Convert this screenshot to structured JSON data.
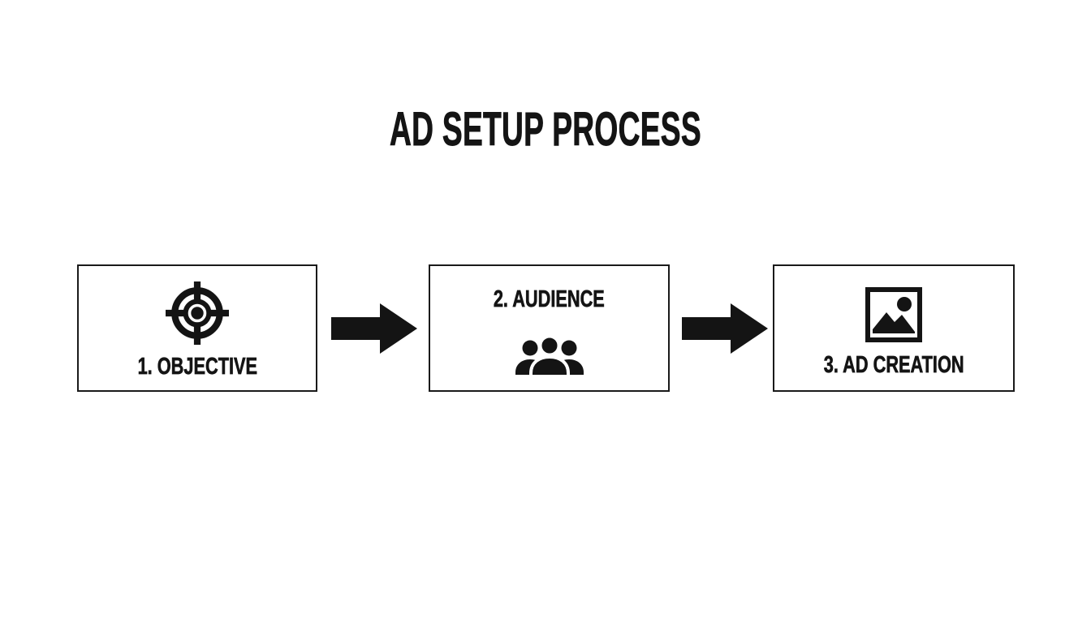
{
  "title": "AD SETUP PROCESS",
  "colors": {
    "background": "#ffffff",
    "ink": "#141414",
    "box_border": "#1a1a1a"
  },
  "steps": [
    {
      "label": "1. OBJECTIVE",
      "icon": "target-icon"
    },
    {
      "label": "2. AUDIENCE",
      "icon": "people-icon"
    },
    {
      "label": "3. AD CREATION",
      "icon": "image-icon"
    }
  ],
  "connectors": [
    {
      "icon": "right-arrow-icon"
    },
    {
      "icon": "right-arrow-icon"
    }
  ]
}
